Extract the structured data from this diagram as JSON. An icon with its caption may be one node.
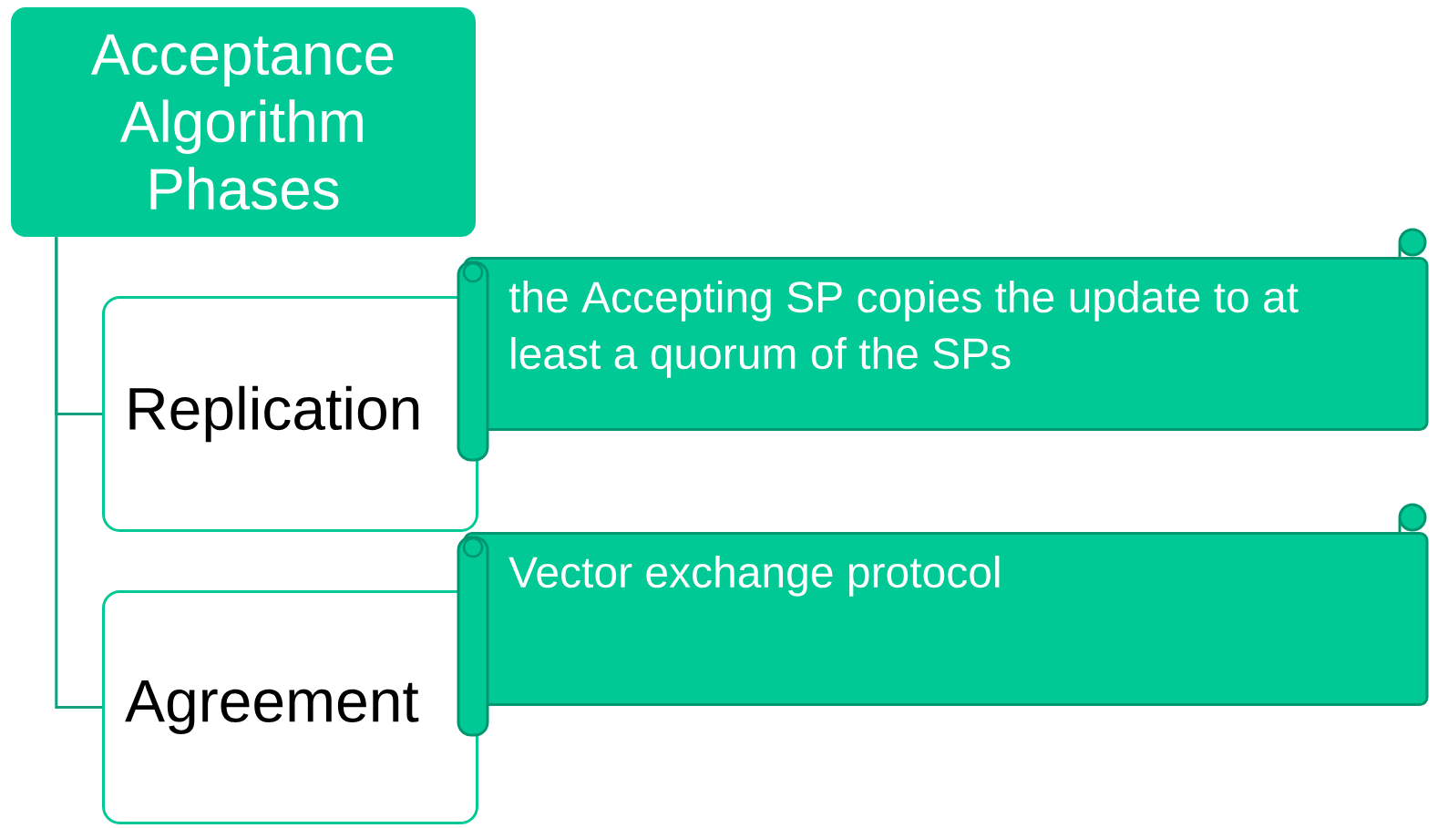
{
  "diagram": {
    "nodes": [
      {
        "text": [
          "Acceptance Algorithm Phases"
        ]
      },
      {
        "text": [
          "Replication"
        ]
      },
      {
        "text": [
          "Agreement"
        ]
      },
      {
        "text": [
          "the Accepting SP copies the update to at least a quorum of the SPs"
        ]
      },
      {
        "text": [
          "Vector exchange protocol"
        ]
      }
    ],
    "edges": [
      {
        "from": 0,
        "to": 1,
        "arrow": "none"
      },
      {
        "from": 0,
        "to": 2,
        "arrow": "none"
      }
    ]
  }
}
